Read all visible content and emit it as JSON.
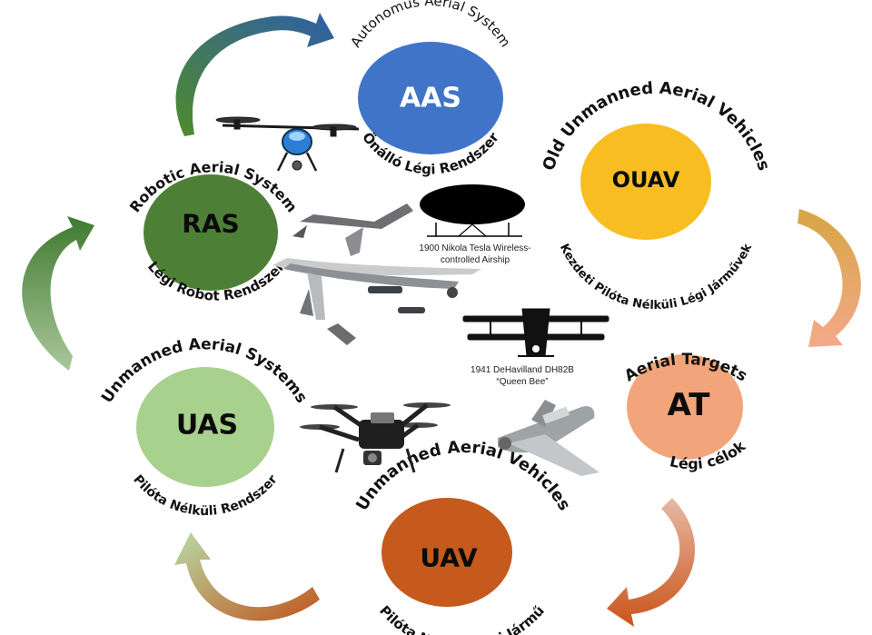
{
  "colors": {
    "aas": "#3f74c9",
    "ras": "#4e7f37",
    "ouav": "#f7bd21",
    "at": "#f2a57a",
    "uas": "#a9d18e",
    "uav": "#c55a1c"
  },
  "nodes": {
    "aas": {
      "abbr": "AAS",
      "english": "Autonomus Aerial System",
      "hungarian": "Önálló Légi Rendszer"
    },
    "ras": {
      "abbr": "RAS",
      "english": "Robotic Aerial System",
      "hungarian": "Légi Robot Rendszer"
    },
    "ouav": {
      "abbr": "OUAV",
      "english": "Old Unmanned Aerial Vehicles",
      "hungarian": "Kezdeti Pilóta Nélküli Légi Járművek"
    },
    "at": {
      "abbr": "AT",
      "english": "Aerial Targets",
      "hungarian": "Légi célok"
    },
    "uas": {
      "abbr": "UAS",
      "english": "Unmanned Aerial Systems",
      "hungarian": "Pilóta Nélküli Rendszer"
    },
    "uav": {
      "abbr": "UAV",
      "english": "Unmanned Aerial Vehicles",
      "hungarian": "Pilóta Nélküli Légi Jármű"
    }
  },
  "captions": {
    "tesla_line1": "1900 Nikola Tesla Wireless-",
    "tesla_line2": "controlled Airship",
    "queenbee_line1": "1941 DeHavilland DH82B",
    "queenbee_line2": "“Queen Bee”"
  },
  "icons": {
    "hexacopter": "hexacopter-drone",
    "reaper": "reaper-drone",
    "airship": "airship",
    "biplane": "biplane",
    "quadcopter": "quadcopter-drone",
    "target_drone": "target-drone"
  }
}
